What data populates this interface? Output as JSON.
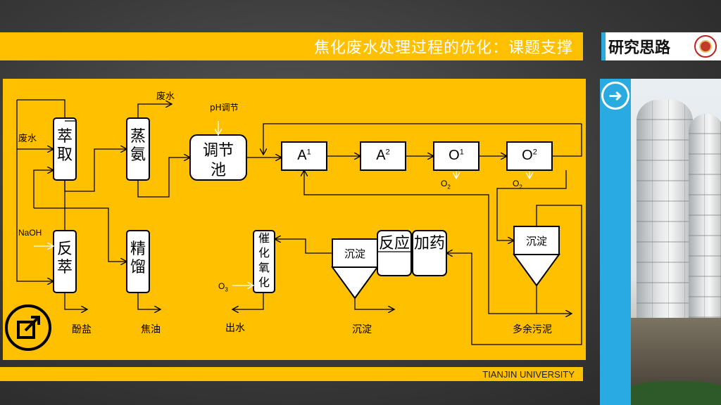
{
  "header": {
    "title": "焦化废水处理过程的优化：课题支撑",
    "section": "研究思路"
  },
  "footer": {
    "university": "TIANJIN UNIVERSITY"
  },
  "diagram": {
    "inputs": {
      "waste_water_in": "废水",
      "waste_water_top": "废水",
      "ph_adjust": "pH调节",
      "naoh": "NaOH"
    },
    "units": {
      "extract": "萃取",
      "strip": "蒸氨",
      "adjust_tank": [
        "调节",
        "池"
      ],
      "a1": "A",
      "a1_sup": "1",
      "a2": "A",
      "a2_sup": "2",
      "o1": "O",
      "o1_sup": "1",
      "o2": "O",
      "o2_sup": "2",
      "back_extract": "反萃",
      "rectify": "精馏",
      "catalytic_oxidation": "催化氧化",
      "settle_1": "沉淀",
      "settle_2": "沉淀",
      "reaction": "反应",
      "dosing": "加药"
    },
    "gases": {
      "o2_a": "O",
      "o2_b": "O",
      "o2_sub": "2",
      "o3": "O",
      "o3_sub": "3"
    },
    "outputs": {
      "phenol_salt": "酚盐",
      "tar": "焦油",
      "effluent": "出水",
      "sediment": "沉淀",
      "excess_sludge": "多余污泥"
    }
  },
  "icons": {
    "share": "share-box-icon",
    "next": "arrow-right-circle-icon"
  }
}
